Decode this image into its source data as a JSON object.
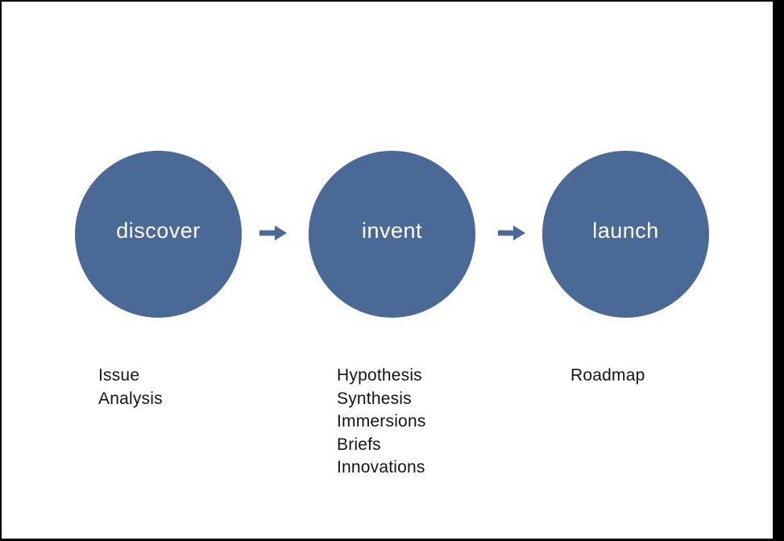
{
  "colors": {
    "accent": "#4B6996",
    "frame": "#000000",
    "background": "#FFFFFF",
    "circle_text": "#FFFFFF",
    "list_text": "#141414"
  },
  "stages": [
    {
      "label": "discover",
      "items": [
        "Issue",
        "Analysis"
      ]
    },
    {
      "label": "invent",
      "items": [
        "Hypothesis",
        "Synthesis",
        "Immersions",
        "Briefs",
        "Innovations"
      ]
    },
    {
      "label": "launch",
      "items": [
        "Roadmap"
      ]
    }
  ],
  "arrows": [
    {
      "icon": "right-arrow"
    },
    {
      "icon": "right-arrow"
    }
  ]
}
